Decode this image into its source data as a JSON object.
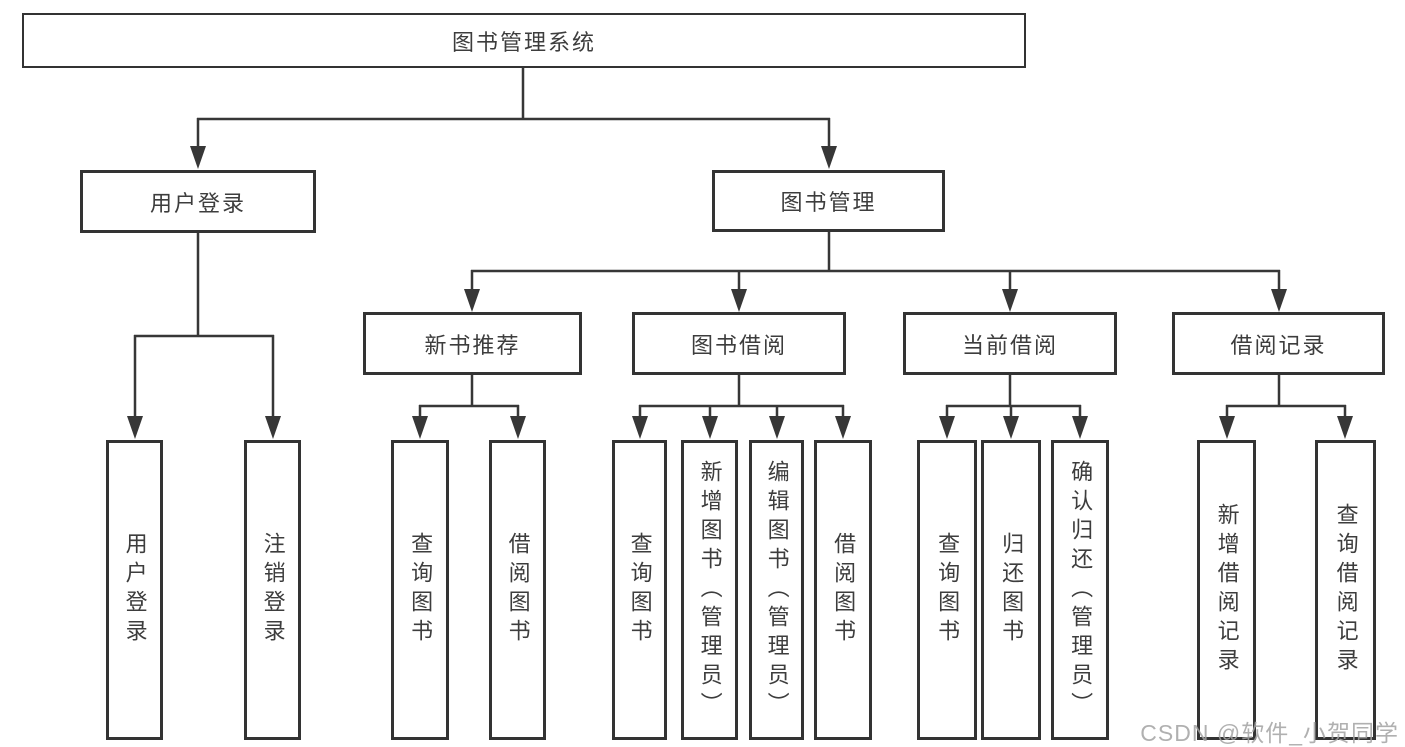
{
  "diagram": {
    "root": {
      "label": "图书管理系统"
    },
    "branches": [
      {
        "label": "用户登录",
        "children": [
          {
            "label": "用户登录"
          },
          {
            "label": "注销登录"
          }
        ]
      },
      {
        "label": "图书管理",
        "children": [
          {
            "label": "新书推荐",
            "children": [
              {
                "label": "查询图书"
              },
              {
                "label": "借阅图书"
              }
            ]
          },
          {
            "label": "图书借阅",
            "children": [
              {
                "label": "查询图书"
              },
              {
                "label": "新增图书（管理员）"
              },
              {
                "label": "编辑图书（管理员）"
              },
              {
                "label": "借阅图书"
              }
            ]
          },
          {
            "label": "当前借阅",
            "children": [
              {
                "label": "查询图书"
              },
              {
                "label": "归还图书"
              },
              {
                "label": "确认归还（管理员）"
              }
            ]
          },
          {
            "label": "借阅记录",
            "children": [
              {
                "label": "新增借阅记录"
              },
              {
                "label": "查询借阅记录"
              }
            ]
          }
        ]
      }
    ]
  },
  "watermark": {
    "text": "CSDN @软件_小贺同学"
  },
  "colors": {
    "line": "#373737",
    "box_border": "#333333",
    "text": "#3d3d3d",
    "watermark": "#a3a3a3",
    "background": "#ffffff"
  }
}
